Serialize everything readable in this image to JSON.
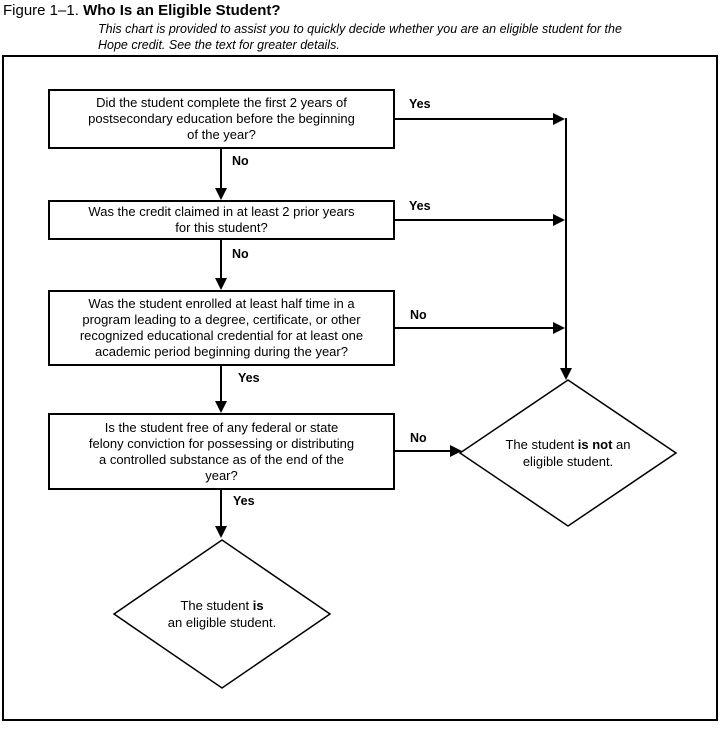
{
  "header": {
    "figure_label": "Figure 1–1.",
    "title": "Who Is an Eligible Student?",
    "subtitle": "This chart is provided to assist you to quickly decide whether you are an eligible student for the\nHope credit. See the text for greater details."
  },
  "colors": {
    "ink": "#000000",
    "background": "#ffffff"
  },
  "flowchart": {
    "questions": [
      {
        "text": "Did the student complete the first 2 years of\npostsecondary education before the beginning\nof the year?",
        "branch_right": "Yes",
        "branch_down": "No"
      },
      {
        "text": "Was the credit claimed in at least 2 prior years\nfor this student?",
        "branch_right": "Yes",
        "branch_down": "No"
      },
      {
        "text": "Was the student enrolled at least half time in a\nprogram leading to a degree, certificate, or other\nrecognized educational credential for at least one\nacademic period beginning during the year?",
        "branch_right": "No",
        "branch_down": "Yes"
      },
      {
        "text": "Is the student free of any federal or state\nfelony conviction for possessing or distributing\na controlled substance as of the end of the\nyear?",
        "branch_right": "No",
        "branch_down": "Yes"
      }
    ],
    "results": {
      "not_eligible": {
        "line1_prefix": "The student ",
        "line1_bold": "is not",
        "line1_suffix": " an",
        "line2": "eligible student."
      },
      "eligible": {
        "line1_prefix": "The student ",
        "line1_bold": "is",
        "line2": "an eligible student."
      }
    }
  }
}
